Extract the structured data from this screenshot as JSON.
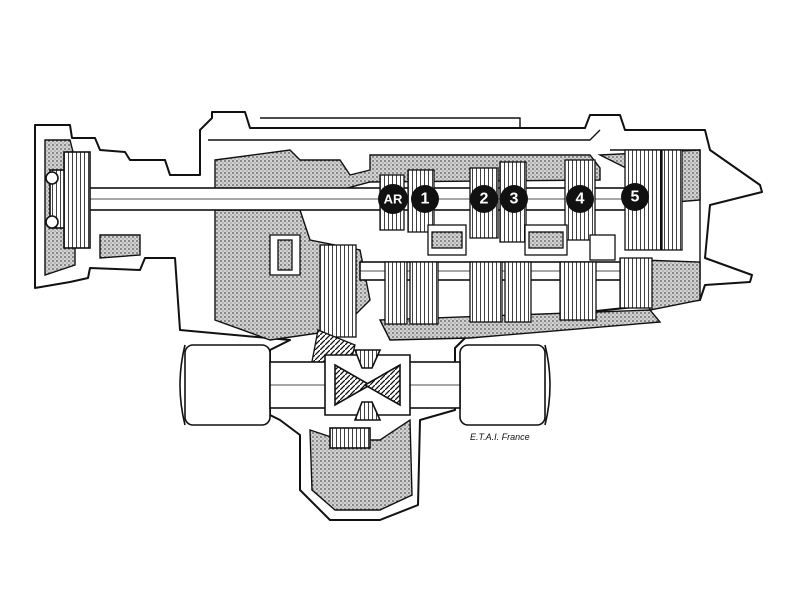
{
  "labels": {
    "reverse": "AR",
    "first": "1",
    "second": "2",
    "third": "3",
    "fourth": "4",
    "fifth": "5"
  },
  "credit": "E.T.A.I. France",
  "colors": {
    "ink": "#111111",
    "paper": "#ffffff",
    "hatch": "#8c8c8c"
  }
}
